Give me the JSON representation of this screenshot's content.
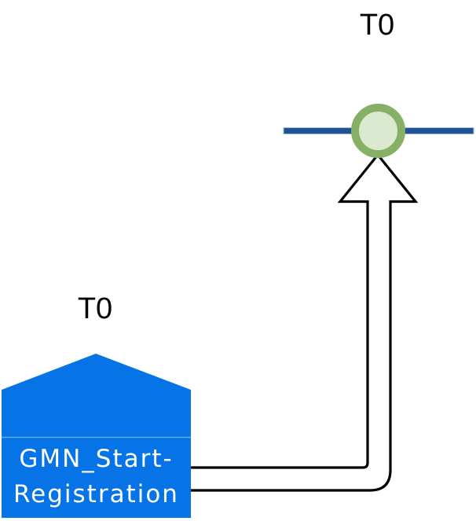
{
  "diagram": {
    "event": {
      "time_label": "T0"
    },
    "task": {
      "time_label": "T0",
      "name_lines": [
        "GMN_Start-",
        "Registration"
      ]
    },
    "colors": {
      "background": "#ffffff",
      "task_fill": "#0674E6",
      "task_divider": "rgba(255,255,255,0.4)",
      "task_text": "#ffffff",
      "timeline_line": "#1E5394",
      "timeline_edge": "#9FBBD8",
      "event_ring": "#85B066",
      "event_fill": "#DBE9D0",
      "arrow_stroke": "#000000",
      "arrow_fill": "#ffffff",
      "label_text": "#000000"
    }
  }
}
